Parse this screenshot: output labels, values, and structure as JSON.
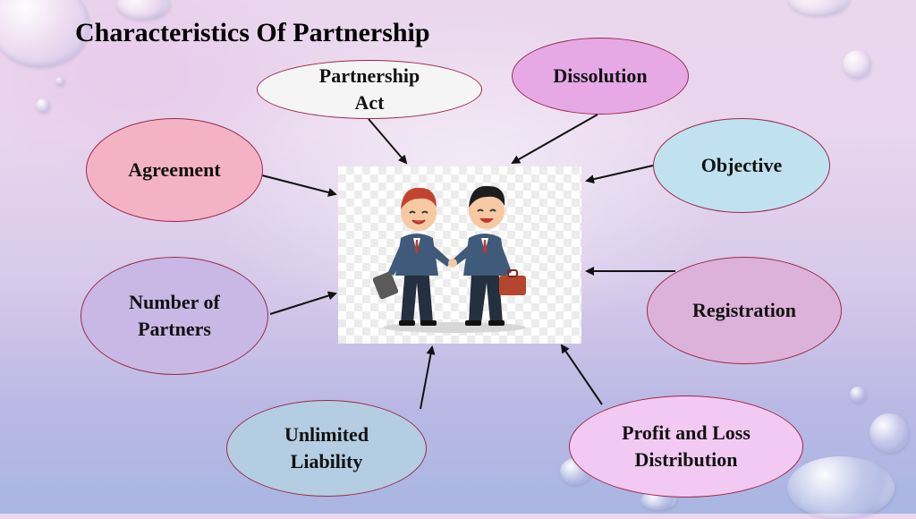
{
  "slide": {
    "title": "Characteristics Of Partnership"
  },
  "center": {
    "image": "two-businessmen-handshake-illustration"
  },
  "characteristics": [
    {
      "id": "partnership-act",
      "label": "Partnership\nAct",
      "fill": "#f5f5f5"
    },
    {
      "id": "dissolution",
      "label": "Dissolution",
      "fill": "#e6a9e6"
    },
    {
      "id": "agreement",
      "label": "Agreement",
      "fill": "#f4b3c5"
    },
    {
      "id": "objective",
      "label": "Objective",
      "fill": "#bfe1f0"
    },
    {
      "id": "number-of-partners",
      "label": "Number of\nPartners",
      "fill": "#c9b8e6"
    },
    {
      "id": "registration",
      "label": "Registration",
      "fill": "#dcb2da"
    },
    {
      "id": "unlimited-liability",
      "label": "Unlimited\nLiability",
      "fill": "#b4cde2"
    },
    {
      "id": "profit-and-loss-distribution",
      "label": "Profit and Loss\nDistribution",
      "fill": "#f2c9f2"
    }
  ],
  "colors": {
    "node_border": "#9a2a4a",
    "arrow": "#111111"
  }
}
